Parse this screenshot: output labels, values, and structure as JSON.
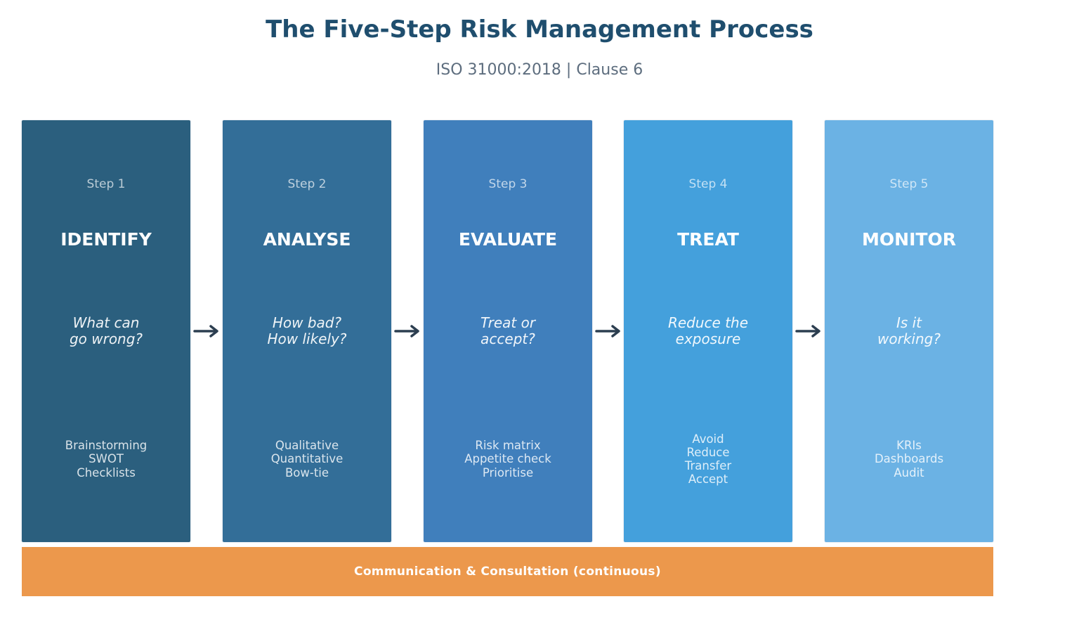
{
  "title": "The Five-Step Risk Management Process",
  "subtitle": "ISO 31000:2018 | Clause 6",
  "steps": [
    {
      "number": "Step 1",
      "name": "IDENTIFY",
      "question": [
        "What can",
        "go wrong?"
      ],
      "methods": [
        "Brainstorming",
        "SWOT",
        "Checklists"
      ],
      "color": "#2b5f7e"
    },
    {
      "number": "Step 2",
      "name": "ANALYSE",
      "question": [
        "How bad?",
        "How likely?"
      ],
      "methods": [
        "Qualitative",
        "Quantitative",
        "Bow-tie"
      ],
      "color": "#336e98"
    },
    {
      "number": "Step 3",
      "name": "EVALUATE",
      "question": [
        "Treat or",
        "accept?"
      ],
      "methods": [
        "Risk matrix",
        "Appetite check",
        "Prioritise"
      ],
      "color": "#407fbc"
    },
    {
      "number": "Step 4",
      "name": "TREAT",
      "question": [
        "Reduce the",
        "exposure"
      ],
      "methods": [
        "Avoid",
        "Reduce",
        "Transfer",
        "Accept"
      ],
      "color": "#44a0dc"
    },
    {
      "number": "Step 5",
      "name": "MONITOR",
      "question": [
        "Is it",
        "working?"
      ],
      "methods": [
        "KRIs",
        "Dashboards",
        "Audit"
      ],
      "color": "#6bb2e4"
    }
  ],
  "communication": {
    "label": "Communication & Consultation (continuous)",
    "color": "#ec984c"
  },
  "arrow_color": "#2c3e50"
}
